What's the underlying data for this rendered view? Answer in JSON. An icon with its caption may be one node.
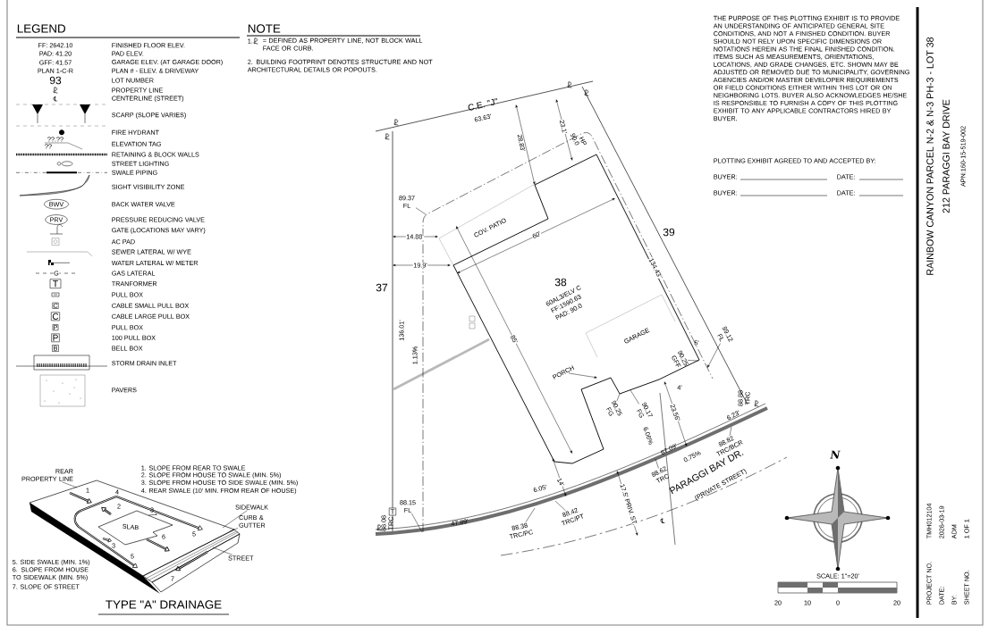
{
  "diagram": {
    "title": "RAINBOW CANYON PARCEL N-2 & N-3 PH-3 - LOT 38",
    "nodes": [
      {
        "text": [],
        "shape": "picture"
      },
      {
        "text": [
          "PORCH"
        ],
        "in": 0
      },
      {
        "text": [
          "89.37",
          "FL"
        ],
        "in": 0
      },
      {
        "text": [
          "89.12",
          "FL"
        ],
        "in": 0
      },
      {
        "text": [
          "90.25",
          "GFF"
        ],
        "in": 0
      },
      {
        "text": [
          "90.25",
          "FG"
        ],
        "in": 0
      },
      {
        "text": [
          "90.17",
          "FG"
        ],
        "in": 0
      },
      {
        "text": [
          "88.62",
          "TRC"
        ],
        "in": 0
      },
      {
        "text": [
          "88.82",
          "TRC/BCR"
        ],
        "in": 0
      },
      {
        "text": [
          "88.42",
          "TRC/PT"
        ],
        "in": 0
      },
      {
        "text": [
          "88.38",
          "TRC/PC"
        ],
        "in": 0
      },
      {
        "text": [
          "88.15",
          "FL"
        ],
        "in": 0
      },
      {
        "text": [],
        "shape": "picture"
      },
      {
        "text": [
          "REAR PROPERTY LINE"
        ]
      },
      {
        "text": [
          "SIDEWALK"
        ]
      },
      {
        "text": [
          "CURB & GUTTER"
        ]
      },
      {
        "text": [
          "STREET"
        ]
      }
    ],
    "edges": [
      {
        "from": 1,
        "to": 0,
        "arrow": "to"
      },
      {
        "from": 2,
        "to": 0,
        "arrow": "none"
      },
      {
        "from": 3,
        "to": 0,
        "arrow": "to"
      },
      {
        "from": 4,
        "to": 0,
        "arrow": "none"
      },
      {
        "from": 5,
        "to": 0,
        "arrow": "none"
      },
      {
        "from": 6,
        "to": 0,
        "arrow": "none"
      },
      {
        "from": 7,
        "to": 0,
        "arrow": "none"
      },
      {
        "from": 8,
        "to": 0,
        "arrow": "none"
      },
      {
        "from": 9,
        "to": 0,
        "arrow": "none"
      },
      {
        "from": 10,
        "to": 0,
        "arrow": "none"
      },
      {
        "from": 11,
        "to": 0,
        "arrow": "none"
      },
      {
        "from": 13,
        "to": 12,
        "arrow": "none"
      },
      {
        "from": 14,
        "to": 12,
        "arrow": "none"
      },
      {
        "from": 15,
        "to": 12,
        "arrow": "none"
      },
      {
        "from": 16,
        "to": 12,
        "arrow": "none"
      }
    ],
    "labels": [
      "LEGEND",
      "FF: 2642.10",
      "PAD: 41.20",
      "GFF: 41.57",
      "PLAN 1-C-R",
      "93",
      "℄",
      "??.??",
      "??",
      "BWV",
      "PRV",
      "G",
      "T",
      "C",
      "C",
      "P",
      "P",
      "B",
      "NOTE",
      "1.",
      "= DEFINED AS PROPERTY LINE, NOT BLOCK WALL FACE OR CURB.",
      "2. BUILDING FOOTPRINT DENOTES STRUCTURE AND NOT ARCHITECTURAL DETAILS OR POPOUTS.",
      "THE PURPOSE OF THIS PLOTTING EXHIBIT IS TO PROVIDE AN UNDERSTANDING OF ANTICIPATED GENERAL SITE CONDITIONS, AND NOT A FINISHED CONDITION. BUYER SHOULD NOT RELY UPON SPECIFIC DIMENSIONS OR NOTATIONS HEREIN AS THE FINAL FINISHED CONDITION. ITEMS SUCH AS MEASUREMENTS, ORIENTATIONS, LOCATIONS, AND GRADE CHANGES, ETC. SHOWN MAY BE ADJUSTED OR REMOVED DUE TO MUNICIPALITY, GOVERNING AGENCIES AND/OR MASTER DEVELOPER REQUIREMENTS OR FIELD CONDITIONS EITHER WITHIN THIS LOT OR ON NEIGHBORING LOTS. BUYER ALSO ACKNOWLEDGES HE/SHE IS RESPONSIBLE TO FURNISH A COPY OF THIS PLOTTING EXHIBIT TO ANY APPLICABLE CONTRACTORS HIRED BY BUYER.",
      "PLOTTING EXHIBIT AGREED TO AND ACCEPTED BY:",
      "BUYER:",
      "DATE:",
      "BUYER:",
      "DATE:",
      "C.E. \"J\"",
      "63.63'",
      "28.83'",
      "23.1'",
      "90.0",
      "HP",
      "37",
      "38",
      "39",
      "60AL3/ELV C",
      "FF:1590.63",
      "PAD: 90.0",
      "COV. PATIO",
      "14.88'",
      "19.9'",
      "60'",
      "134.43'",
      "136.01'",
      "1.13%",
      "85'",
      "GARAGE",
      "5'",
      "4'",
      "23.56'",
      "6.06%",
      "67.09'",
      "6.23'",
      "0.75%",
      "14'",
      "17.5' PRIV. ST.",
      "6.05'",
      "47.89'",
      "PARAGGI BAY DR.",
      "(PRIVATE STREET)",
      "℄",
      "T",
      "88.08",
      "TRC",
      "88.88",
      "TRC",
      "1. SLOPE FROM REAR TO SWALE",
      "2. SLOPE FROM HOUSE TO SWALE (MIN. 5%)",
      "3. SLOPE FROM HOUSE TO SIDE SWALE (MIN. 5%)",
      "4. REAR SWALE (10' MIN. FROM REAR OF HOUSE)",
      "5. SIDE SWALE (MIN. 1%)",
      "6. SLOPE FROM HOUSE TO SIDEWALK (MIN. 5%)",
      "7. SLOPE OF STREET",
      "SLAB",
      "1",
      "4",
      "2",
      "3",
      "3",
      "5",
      "5",
      "6",
      "7",
      "TYPE \"A\" DRAINAGE",
      "N",
      "SCALE: 1\"=20'",
      "20",
      "10",
      "0",
      "20",
      "212 PARAGGI BAY DRIVE",
      "APN:160-15-519-002",
      "PROJECT NO.",
      "TMH012104",
      "DATE:",
      "2026-03-19",
      "BY:",
      "ADM",
      "SHEET NO.",
      "1 OF 1"
    ],
    "legend": [
      {
        "text": "FINISHED FLOOR ELEV."
      },
      {
        "text": "PAD ELEV."
      },
      {
        "text": "GARAGE ELEV. (AT GARAGE DOOR)"
      },
      {
        "text": "PLAN # - ELEV. & DRIVEWAY"
      },
      {
        "text": "LOT NUMBER"
      },
      {
        "text": "PROPERTY LINE"
      },
      {
        "text": "CENTERLINE (STREET)"
      },
      {
        "text": "SCARP (SLOPE VARIES)"
      },
      {
        "text": "FIRE HYDRANT"
      },
      {
        "text": "ELEVATION TAG"
      },
      {
        "text": "RETAINING & BLOCK WALLS"
      },
      {
        "text": "STREET LIGHTING"
      },
      {
        "text": "SWALE PIPING"
      },
      {
        "text": "SIGHT VISIBILITY ZONE"
      },
      {
        "text": "BACK WATER VALVE"
      },
      {
        "text": "PRESSURE REDUCING VALVE"
      },
      {
        "text": "GATE (LOCATIONS MAY VARY)"
      },
      {
        "text": "AC PAD"
      },
      {
        "text": "SEWER LATERAL W/ WYE"
      },
      {
        "text": "WATER LATERAL W/ METER"
      },
      {
        "text": "GAS LATERAL"
      },
      {
        "text": "TRANFORMER"
      },
      {
        "text": "PULL BOX"
      },
      {
        "text": "CABLE SMALL PULL BOX"
      },
      {
        "text": "CABLE LARGE PULL BOX"
      },
      {
        "text": "PULL BOX"
      },
      {
        "text": "100 PULL BOX"
      },
      {
        "text": "BELL BOX"
      },
      {
        "text": "STORM DRAIN INLET"
      },
      {
        "text": "PAVERS"
      }
    ]
  }
}
